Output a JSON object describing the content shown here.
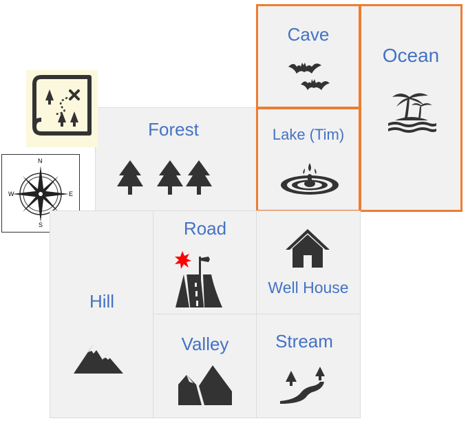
{
  "map": {
    "locations": {
      "forest": {
        "label": "Forest",
        "icon": "pine-trees-icon"
      },
      "cave": {
        "label": "Cave",
        "icon": "bats-icon",
        "highlighted": true
      },
      "ocean": {
        "label": "Ocean",
        "icon": "island-palm-icon",
        "highlighted": true
      },
      "lake": {
        "label": "Lake (Tim)",
        "icon": "water-drop-ripple-icon",
        "highlighted": true
      },
      "road": {
        "label": "Road",
        "icon": "road-signpost-icon"
      },
      "well_house": {
        "label": "Well House",
        "icon": "house-icon"
      },
      "hill": {
        "label": "Hill",
        "icon": "mountain-icon"
      },
      "valley": {
        "label": "Valley",
        "icon": "valley-rocks-icon"
      },
      "stream": {
        "label": "Stream",
        "icon": "stream-trees-icon"
      }
    },
    "compass": {
      "n": "N",
      "s": "S",
      "e": "E",
      "w": "W"
    },
    "colors": {
      "label": "#4472c4",
      "highlight": "#ed7d31",
      "tile": "#f1f1f1",
      "icon": "#333333",
      "marker": "#ff0000"
    }
  }
}
